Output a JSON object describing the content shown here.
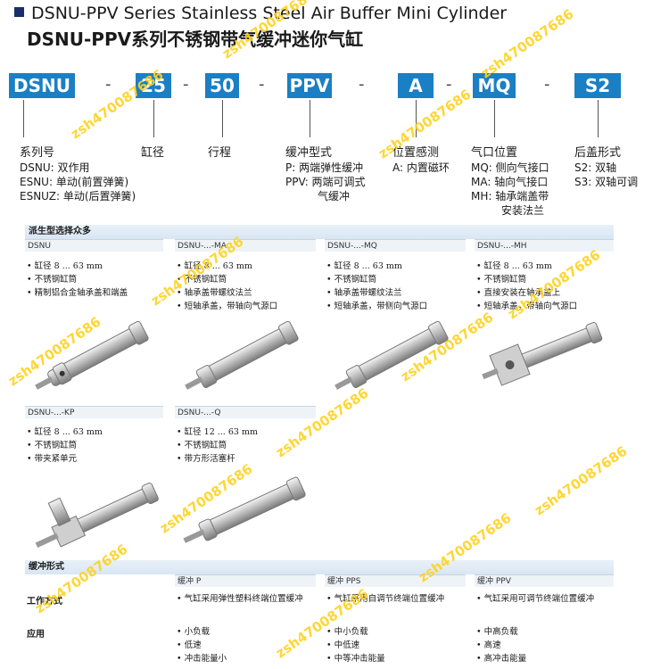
{
  "title_en": "DSNU-PPV Series Stainless Steel Air Buffer Mini Cylinder",
  "title_cn": "DSNU-PPV系列不锈钢带气缓冲迷你气缸",
  "codes": [
    "DSNU",
    "25",
    "50",
    "PPV",
    "A",
    "MQ",
    "S2"
  ],
  "dash": "-",
  "labels": [
    "系列号",
    "缸径",
    "行程",
    "缓冲型式",
    "位置感测",
    "气口位置",
    "后盖形式"
  ],
  "series_opts": [
    "DSNU: 双作用",
    "ESNU: 单动(前置弹簧)",
    "ESNUZ: 单动(后置弹簧)"
  ],
  "buffer_opts": [
    "P: 两端弹性缓冲",
    "PPV: 两端可调式",
    "气缓冲"
  ],
  "sense_opts": [
    "A: 内置磁环"
  ],
  "port_opts": [
    "MQ: 侧向气接口",
    "MA: 轴向气接口",
    "MH: 轴承端盖带",
    "安装法兰"
  ],
  "cover_opts": [
    "S2: 双轴",
    "S3: 双轴可调"
  ],
  "section1": "派生型选择众多",
  "variants_row1": [
    {
      "name": "DSNU",
      "features": [
        "缸径 8 ... 63 mm",
        "不锈钢缸筒",
        "精制铝合金轴承盖和端盖"
      ]
    },
    {
      "name": "DSNU-...-MA",
      "features": [
        "缸径 8 ... 63 mm",
        "不锈钢缸筒",
        "轴承盖带螺纹法兰",
        "短轴承盖，带轴向气源口"
      ]
    },
    {
      "name": "DSNU-...-MQ",
      "features": [
        "缸径 8 ... 63 mm",
        "不锈钢缸筒",
        "轴承盖带螺纹法兰",
        "短轴承盖，带侧向气源口"
      ]
    },
    {
      "name": "DSNU-...-MH",
      "features": [
        "缸径 8 ... 63 mm",
        "不锈钢缸筒",
        "直接安装在轴承盖上",
        "短轴承盖，带轴向气源口"
      ]
    }
  ],
  "variants_row2": [
    {
      "name": "DSNU-...-KP",
      "features": [
        "缸径 8 ... 63 mm",
        "不锈钢缸筒",
        "带夹紧单元"
      ]
    },
    {
      "name": "DSNU-...-Q",
      "features": [
        "缸径 12 ... 63 mm",
        "不锈钢缸筒",
        "带方形活塞杆"
      ]
    }
  ],
  "section2": "缓冲形式",
  "buffer_types": [
    "缓冲 P",
    "缓冲 PPS",
    "缓冲 PPV"
  ],
  "row_work": "工作方式",
  "work": [
    "气缸采用弹性塑料终端位置缓冲",
    "气缸采用自调节终端位置缓冲",
    "气缸采用可调节终端位置缓冲"
  ],
  "row_app": "应用",
  "apps": [
    [
      "小负载",
      "低速",
      "冲击能量小"
    ],
    [
      "中小负载",
      "中低速",
      "中等冲击能量"
    ],
    [
      "中高负载",
      "高速",
      "高冲击能量"
    ]
  ],
  "watermark": "zsh470087686",
  "colors": {
    "code_bg": "#1b7fc4",
    "section_bg": "#dde8f4",
    "watermark": "#ffd21f"
  }
}
